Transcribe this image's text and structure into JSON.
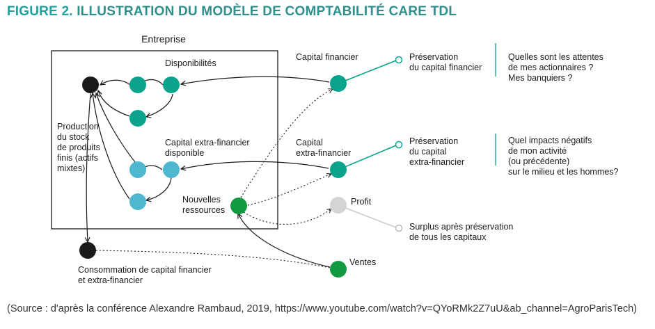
{
  "title": {
    "prefix": "FIGURE 2.",
    "text": "ILLUSTRATION DU MODÈLE DE COMPTABILITÉ CARE TDL"
  },
  "labels": {
    "entreprise": "Entreprise",
    "disponibilites": "Disponibilités",
    "capital_extra_1": "Capital extra-financier",
    "capital_extra_2": "disponible",
    "production": [
      "Production",
      "du stock",
      "de produits",
      "finis (actifs",
      "mixtes)"
    ],
    "nouvelles": [
      "Nouvelles",
      "ressources"
    ],
    "consommation": [
      "Consommation de capital financier",
      "et extra-financier"
    ],
    "capital_financier": "Capital financier",
    "capital_extra_right": [
      "Capital",
      "extra-financier"
    ],
    "profit": "Profit",
    "ventes": "Ventes",
    "preservation_fin": [
      "Préservation",
      "du capital financier"
    ],
    "preservation_extra": [
      "Préservation",
      "du capital",
      "extra-financier"
    ],
    "surplus": [
      "Surplus après préservation",
      "de tous les capitaux"
    ],
    "question_1": [
      "Quelles sont les attentes",
      "de mes actionnaires ?",
      "Mes banquiers ?"
    ],
    "question_2": [
      "Quel impacts négatifs",
      "de mon activité",
      "(ou précédente)",
      "sur le milieu et les hommes?"
    ]
  },
  "colors": {
    "teal": "#0aa38c",
    "light_blue": "#4db8cf",
    "green": "#139a3f",
    "black": "#1a1a1a",
    "grey": "#d4d4d4",
    "title_accent": "#1aa3a0"
  },
  "source": "(Source : d'après la conférence Alexandre Rambaud, 2019, https://www.youtube.com/watch?v=QYoRMk2Z7uU&ab_channel=AgroParisTech)"
}
